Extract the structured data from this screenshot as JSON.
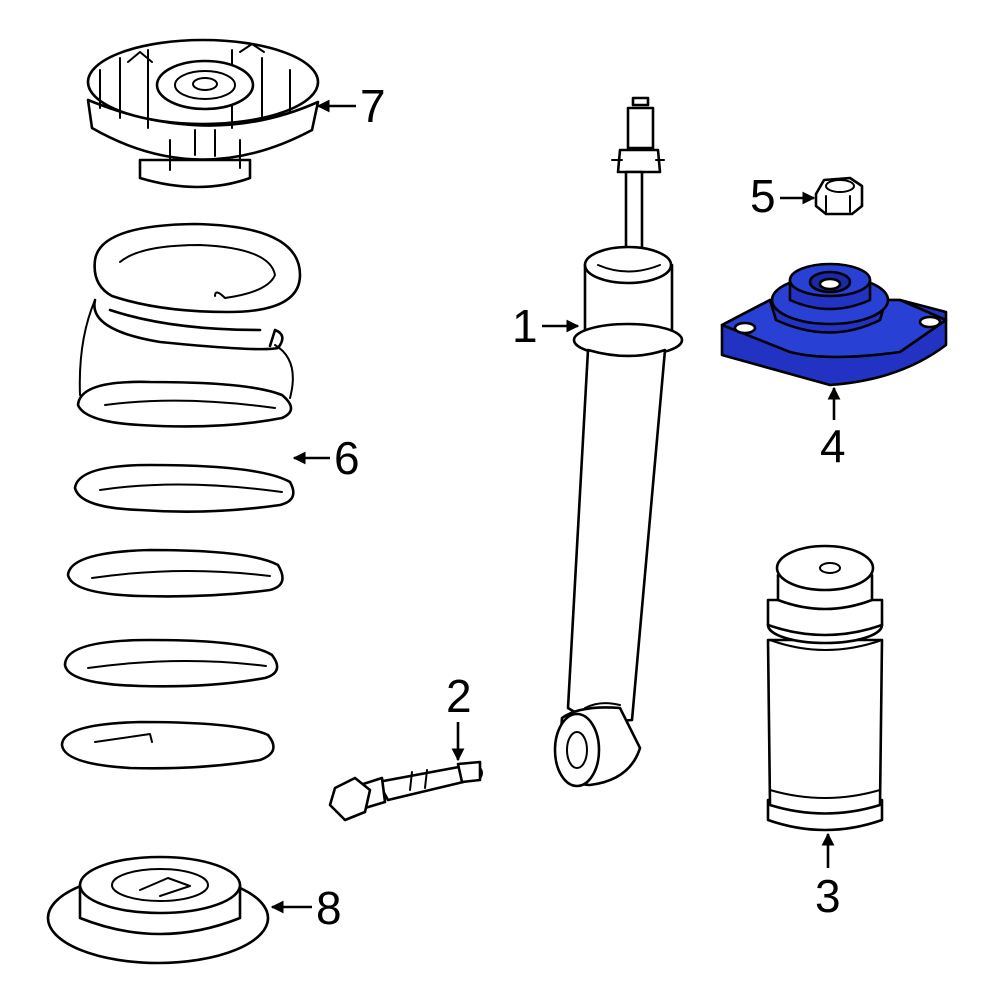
{
  "diagram": {
    "highlight_color": "#2233c4",
    "highlighted_part": "4",
    "callouts": {
      "c1": "1",
      "c2": "2",
      "c3": "3",
      "c4": "4",
      "c5": "5",
      "c6": "6",
      "c7": "7",
      "c8": "8"
    }
  }
}
